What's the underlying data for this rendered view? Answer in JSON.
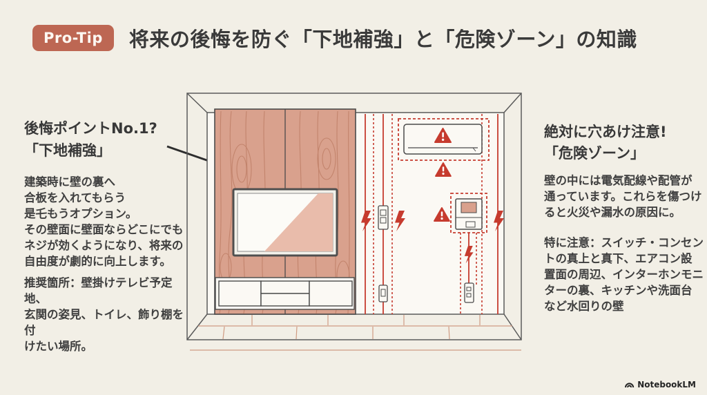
{
  "page": {
    "background": "#f2efe6"
  },
  "header": {
    "badge": "Pro-Tip",
    "title": "将来の後悔を防ぐ「下地補強」と「危険ゾーン」の知識"
  },
  "left_panel": {
    "heading": "後悔ポイントNo.1?\n「下地補強」",
    "body1": "建築時に壁の裏へ\n合板を入れてもらう\n是乇もうオプション。\nその壁面に壁面ならどこにでも\nネジが効くようになり、将来の\n自由度が劇的に向上します。",
    "body2": "推奨箇所：壁掛けテレビ予定地、\n玄関の姿見、トイレ、飾り棚を付\nけたい場所。"
  },
  "right_panel": {
    "heading": "絶対に穴あけ注意!\n「危険ゾーン」",
    "body1": "壁の中には電気配線や配管が\n通っています。これらを傷つけ\nると火災や漏水の原因に。",
    "body2": "特に注意：スイッチ・コンセン\nトの真上と真下、エアコン設\n置面の周辺、インターホンモニ\n ターの裏、キッチンや洗面台\nなど水回りの壁"
  },
  "illustration": {
    "description": "room perspective view: reinforced wood accent wall with mounted TV and low console on left; danger-zone wall on right with AC unit, intercom monitor, switches, outlets, warning triangles, lightning bolts and red wiring lines",
    "colors": {
      "accent_red": "#c63b2e",
      "badge_terracotta": "#bd6753",
      "wood_panel": "#d9a18d",
      "wood_grain": "#bb7a61",
      "outline": "#4a4a4a",
      "wall_white": "#fbf9f4",
      "floor_line": "#cf9b82"
    }
  },
  "footer": {
    "brand": "NotebookLM"
  }
}
